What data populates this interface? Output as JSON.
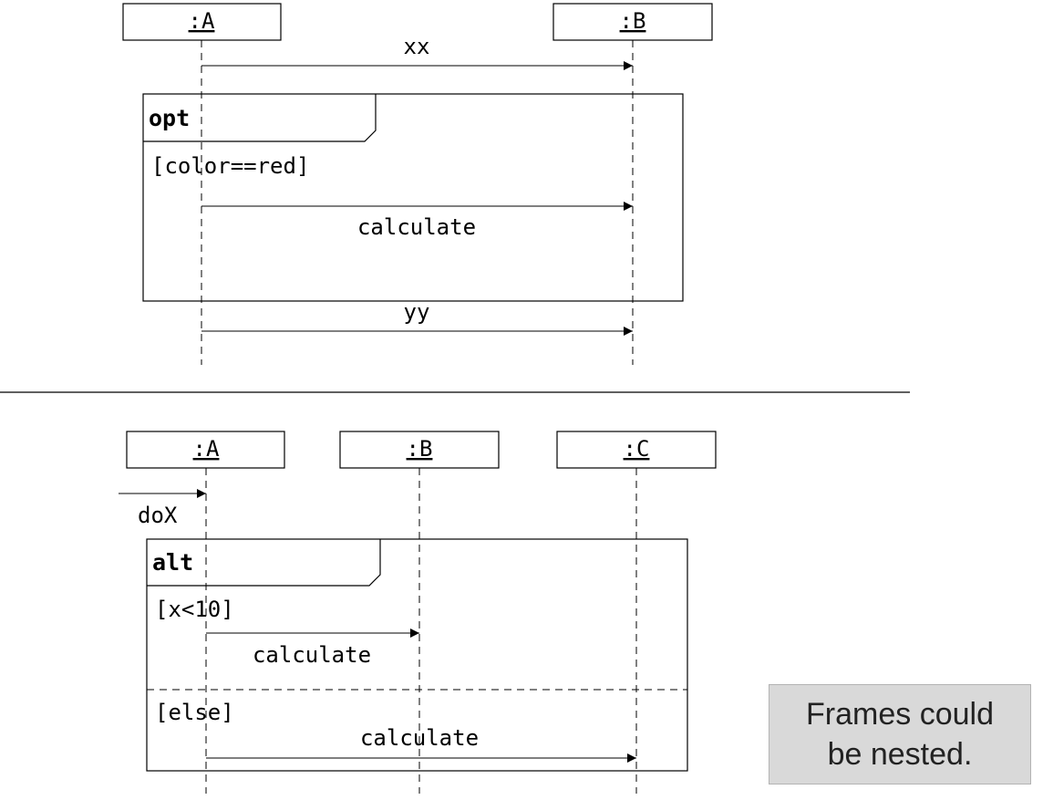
{
  "diagram1": {
    "lifelines": [
      ":A",
      ":B"
    ],
    "messages": [
      "xx",
      "calculate",
      "yy"
    ],
    "frame": {
      "operator": "opt",
      "guard": "[color==red]"
    }
  },
  "diagram2": {
    "lifelines": [
      ":A",
      ":B",
      ":C"
    ],
    "found_message": "doX",
    "frame": {
      "operator": "alt",
      "guard1": "[x<10]",
      "message1": "calculate",
      "guard2": "[else]",
      "message2": "calculate"
    }
  },
  "note": {
    "text": "Frames could\nbe nested."
  }
}
